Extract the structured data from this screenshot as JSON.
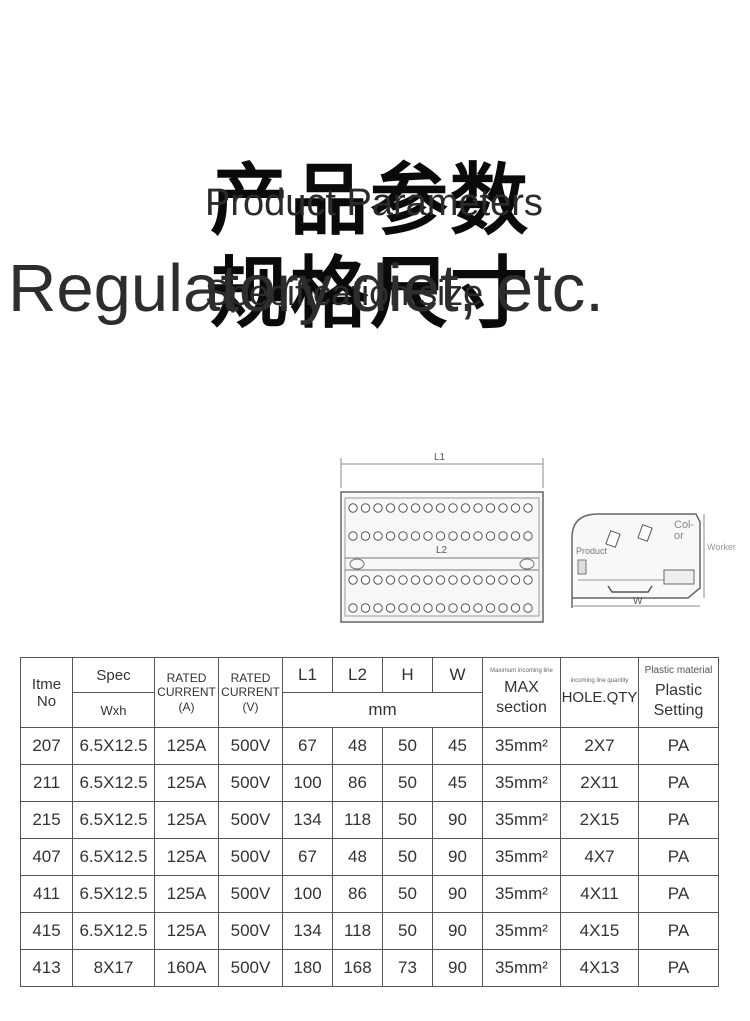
{
  "header": {
    "cn_line1": "产品参数",
    "cn_line2": "规格尺寸",
    "en_line1": "Product Parameters",
    "en_line2": "Regulatory diet, etc.",
    "en_line2_small": "Specification size"
  },
  "diagram": {
    "label_l1": "L1",
    "label_l2": "L2",
    "label_w": "W",
    "label_color": "Col-\nor",
    "label_product": "Product",
    "label_worker": "Worker"
  },
  "table": {
    "headers": {
      "item": "Itme\nNo",
      "spec": "Spec",
      "spec_sub": "Wxh",
      "rated_current_a": "RATED\nCURRENT\n(A)",
      "rated_current_v": "RATED\nCURRENT\n(V)",
      "l1": "L1",
      "l2": "L2",
      "h": "H",
      "w": "W",
      "mm": "mm",
      "max_small": "Maximum incoming line",
      "max": "MAX\nsection",
      "hole_small": "incoming line quantity",
      "hole": "HOLE.QTY",
      "plastic_small": "Plastic material",
      "plastic": "Plastic\nSetting"
    },
    "rows": [
      {
        "item": "207",
        "spec": "6.5X12.5",
        "a": "125A",
        "v": "500V",
        "l1": "67",
        "l2": "48",
        "h": "50",
        "w": "45",
        "max": "35mm²",
        "hole": "2X7",
        "plastic": "PA"
      },
      {
        "item": "211",
        "spec": "6.5X12.5",
        "a": "125A",
        "v": "500V",
        "l1": "100",
        "l2": "86",
        "h": "50",
        "w": "45",
        "max": "35mm²",
        "hole": "2X11",
        "plastic": "PA"
      },
      {
        "item": "215",
        "spec": "6.5X12.5",
        "a": "125A",
        "v": "500V",
        "l1": "134",
        "l2": "118",
        "h": "50",
        "w": "90",
        "max": "35mm²",
        "hole": "2X15",
        "plastic": "PA"
      },
      {
        "item": "407",
        "spec": "6.5X12.5",
        "a": "125A",
        "v": "500V",
        "l1": "67",
        "l2": "48",
        "h": "50",
        "w": "90",
        "max": "35mm²",
        "hole": "4X7",
        "plastic": "PA"
      },
      {
        "item": "411",
        "spec": "6.5X12.5",
        "a": "125A",
        "v": "500V",
        "l1": "100",
        "l2": "86",
        "h": "50",
        "w": "90",
        "max": "35mm²",
        "hole": "4X11",
        "plastic": "PA"
      },
      {
        "item": "415",
        "spec": "6.5X12.5",
        "a": "125A",
        "v": "500V",
        "l1": "134",
        "l2": "118",
        "h": "50",
        "w": "90",
        "max": "35mm²",
        "hole": "4X15",
        "plastic": "PA"
      },
      {
        "item": "413",
        "spec": "8X17",
        "a": "160A",
        "v": "500V",
        "l1": "180",
        "l2": "168",
        "h": "73",
        "w": "90",
        "max": "35mm²",
        "hole": "4X13",
        "plastic": "PA"
      }
    ]
  }
}
